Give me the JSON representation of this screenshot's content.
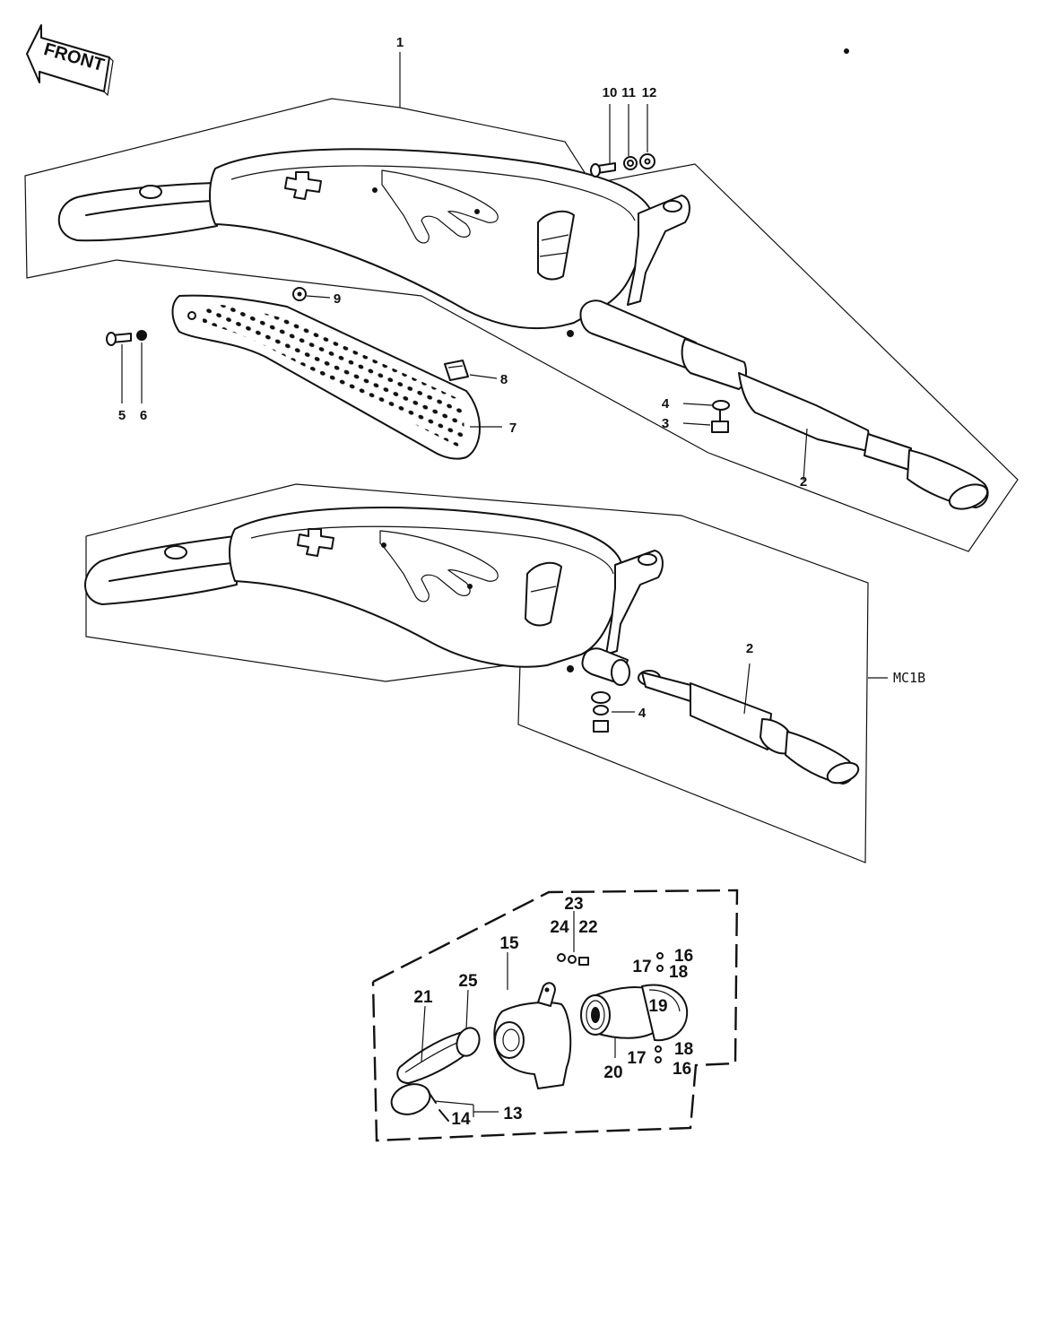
{
  "front_arrow": {
    "label": "FRONT"
  },
  "model_label": "MC1B",
  "callouts": {
    "c1": "1",
    "c2a": "2",
    "c2b": "2",
    "c3": "3",
    "c4a": "4",
    "c4b": "4",
    "c5": "5",
    "c6": "6",
    "c7": "7",
    "c8": "8",
    "c9": "9",
    "c10": "10",
    "c11": "11",
    "c12": "12",
    "c13": "13",
    "c14": "14",
    "c15": "15",
    "c16a": "16",
    "c16b": "16",
    "c17a": "17",
    "c17b": "17",
    "c18a": "18",
    "c18b": "18",
    "c19": "19",
    "c20": "20",
    "c21": "21",
    "c22": "22",
    "c23": "23",
    "c24": "24",
    "c25": "25"
  }
}
